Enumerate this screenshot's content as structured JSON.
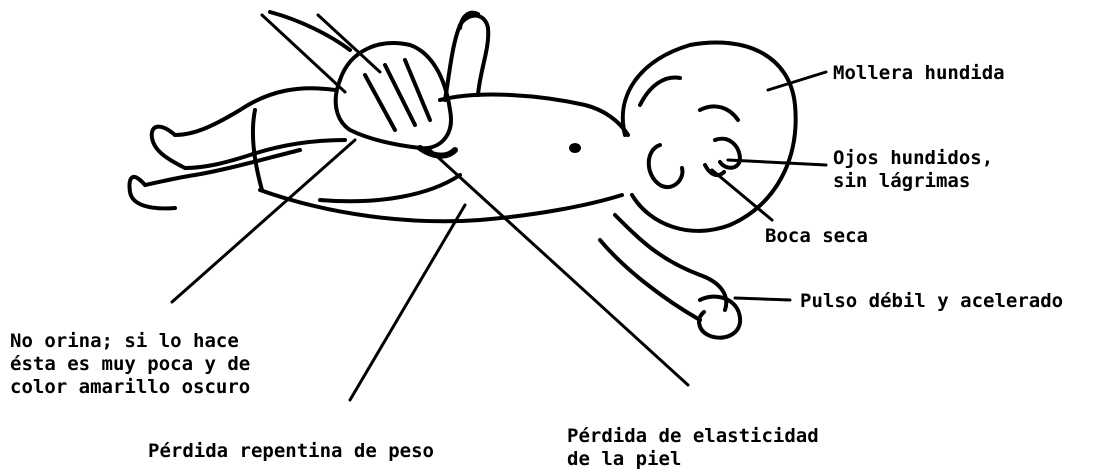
{
  "labels": {
    "mollera_hundida": "Mollera hundida",
    "ojos_hundidos": [
      "Ojos hundidos,",
      "sin lágrimas"
    ],
    "boca_seca": "Boca seca",
    "pulso": "Pulso débil y acelerado",
    "no_orina": [
      "No orina; si lo hace",
      "ésta es muy poca y de",
      "color amarillo oscuro"
    ],
    "perdida_peso": "Pérdida repentina de peso",
    "perdida_elasticidad": [
      "Pérdida de elasticidad",
      "de la piel"
    ]
  },
  "colors": {
    "ink": "#000000",
    "background": "#ffffff"
  }
}
